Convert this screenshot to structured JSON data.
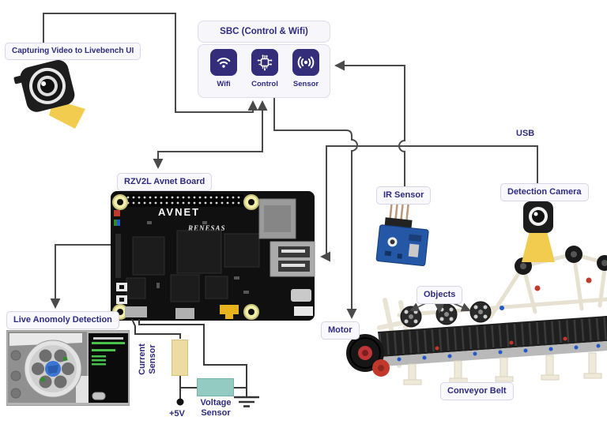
{
  "diagram": {
    "camera_caption": "Capturing Video to Livebench UI",
    "sbc": {
      "title": "SBC (Control & Wifi)",
      "items": [
        {
          "icon": "wifi-icon",
          "label": "Wifi"
        },
        {
          "icon": "chip-icon",
          "label": "Control"
        },
        {
          "icon": "signal-icon",
          "label": "Sensor"
        }
      ]
    },
    "board": {
      "caption": "RZV2L Avnet Board",
      "brand_primary": "AVNET",
      "brand_secondary": "RENESAS"
    },
    "ir_sensor": {
      "caption": "IR Sensor"
    },
    "detection_camera": {
      "caption": "Detection Camera"
    },
    "usb": {
      "caption": "USB"
    },
    "live_view": {
      "caption": "Live Anomoly Detection"
    },
    "motor": {
      "caption": "Motor"
    },
    "objects": {
      "caption": "Objects"
    },
    "conveyor": {
      "caption": "Conveyor Belt"
    },
    "power": {
      "current_sensor": "Current Sensor",
      "voltage_sensor": "Voltage Sensor",
      "supply": "+5V"
    },
    "colors": {
      "caption_text": "#2f2b7e",
      "caption_bg": "#f8f8fd",
      "caption_border": "#d6d6e6",
      "tile_bg": "#332d7a",
      "wire": "#4a4a4a",
      "current_sensor_fill": "#ecdca4",
      "voltage_sensor_fill": "#93cac2",
      "camera_beam": "#f2cc4e",
      "accent_red": "#c0392b",
      "ir_pcb_blue": "#2458a6"
    }
  }
}
